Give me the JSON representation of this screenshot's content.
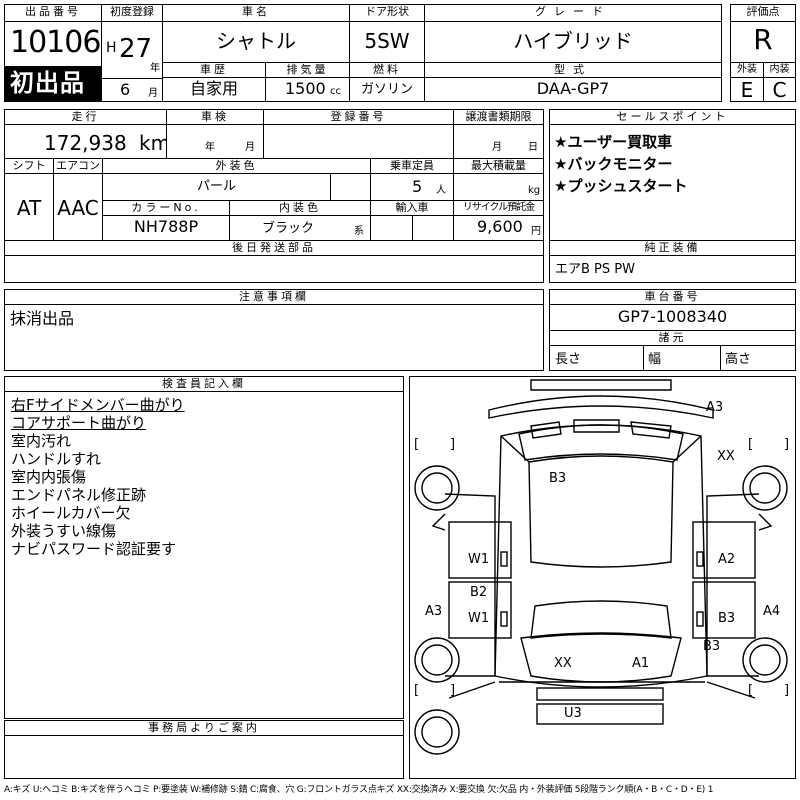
{
  "header": {
    "lot_label": "出品番号",
    "lot_number": "10106",
    "first_listing": "初出品",
    "reg_label": "初度登録",
    "reg_era": "H",
    "reg_year": "27",
    "reg_year_unit": "年",
    "reg_month": "6",
    "reg_month_unit": "月",
    "name_label": "車名",
    "name_value": "シャトル",
    "door_label": "ドア形状",
    "door_value": "5SW",
    "grade_label": "グレード",
    "grade_value": "ハイブリッド",
    "score_label": "評価点",
    "score_value": "R",
    "history_label": "車歴",
    "history_value": "自家用",
    "displacement_label": "排気量",
    "displacement_value": "1500",
    "displacement_unit": "cc",
    "fuel_label": "燃料",
    "fuel_value": "ガソリン",
    "model_label": "型式",
    "model_value": "DAA-GP7",
    "exterior_label": "外装",
    "exterior_value": "E",
    "interior_label": "内装",
    "interior_value": "C"
  },
  "details": {
    "mileage_label": "走行",
    "mileage_value": "172,938",
    "mileage_unit": "km",
    "inspection_label": "車検",
    "inspection_year_unit": "年",
    "inspection_month_unit": "月",
    "plate_label": "登録番号",
    "transfer_label": "譲渡書類期限",
    "transfer_month_unit": "月",
    "transfer_day_unit": "日",
    "shift_label": "シフト",
    "shift_value": "AT",
    "ac_label": "エアコン",
    "ac_value": "AAC",
    "color_label": "外装色",
    "color_value": "パール",
    "capacity_label": "乗車定員",
    "capacity_value": "5",
    "capacity_unit": "人",
    "load_label": "最大積載量",
    "load_unit": "kg",
    "color_no_label": "カラーNo.",
    "color_no_value": "NH788P",
    "int_color_label": "内装色",
    "int_color_value": "ブラック",
    "int_color_suffix": "系",
    "import_label": "輸入車",
    "recycle_label": "リサイクル預託金",
    "recycle_value": "9,600",
    "recycle_unit": "円",
    "later_parts_label": "後日発送部品"
  },
  "sales": {
    "title": "セールスポイント",
    "points": [
      "★ユーザー買取車",
      "★バックモニター",
      "★プッシュスタート"
    ],
    "equip_label": "純正装備",
    "equip_value": "エアB PS PW"
  },
  "notes": {
    "title": "注意事項欄",
    "value": "抹消出品"
  },
  "chassis": {
    "title": "車台番号",
    "value": "GP7-1008340",
    "spec_title": "諸元",
    "length_label": "長さ",
    "width_label": "幅",
    "height_label": "高さ"
  },
  "inspector": {
    "title": "検査員記入欄",
    "lines": [
      "右Fサイドメンバー曲がり",
      "コアサポート曲がり",
      "室内汚れ",
      "ハンドルすれ",
      "室内内張傷",
      "エンドパネル修正跡",
      "ホイールカバー欠",
      "外装うすい線傷",
      "ナビパスワード認証要す"
    ]
  },
  "office": {
    "title": "事務局よりご案内"
  },
  "diagram": {
    "marks": {
      "front_bumper": "A3",
      "roof": "B3",
      "fr_wheel": "XX",
      "left_front_door": "W1",
      "right_front_door": "A2",
      "left_rear_label": "B2",
      "left_rear_door": "W1",
      "right_rear_door": "B3",
      "left_quarter": "A3",
      "right_quarter": "A4",
      "right_rear_fender": "B3",
      "trunk_left": "XX",
      "trunk_right": "A1",
      "rear_bumper": "U3"
    },
    "bracket_open": "[",
    "bracket_close": "]"
  },
  "legend": "A:キズ U:ヘコミ B:キズを伴うヘコミ P:要塗装 W:補修跡 S:錆 C:腐食、穴 G:フロントガラス点キズ XX:交換済み X:要交換 欠:欠品 内・外装評価 5段階ランク順(A・B・C・D・E) 1"
}
